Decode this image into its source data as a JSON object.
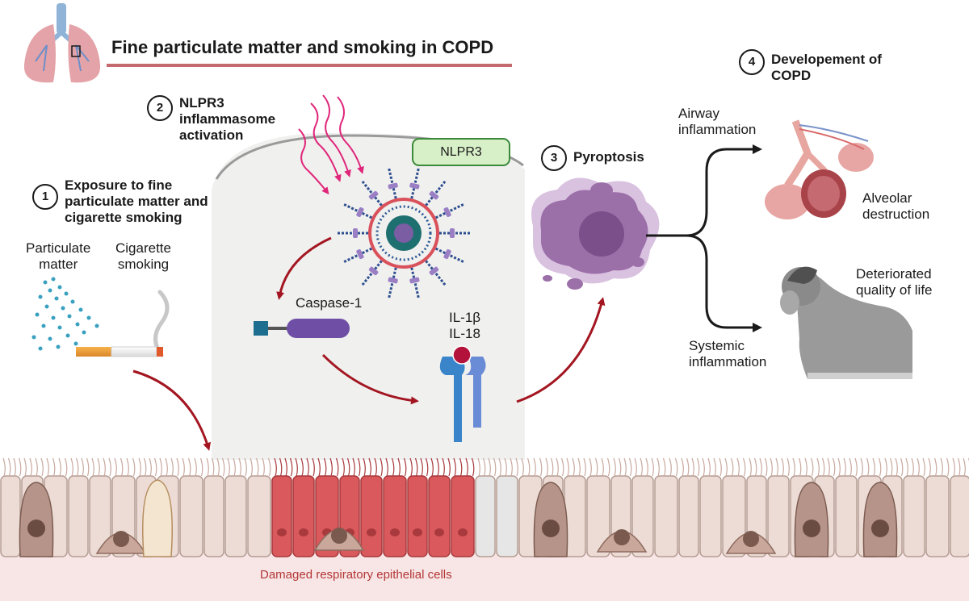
{
  "title": "Fine particulate matter and smoking in COPD",
  "steps": [
    {
      "number": "1",
      "label": "Exposure to fine\nparticulate matter and\ncigarette smoking"
    },
    {
      "number": "2",
      "label": "NLPR3\ninflammasome\nactivation"
    },
    {
      "number": "3",
      "label": "Pyroptosis"
    },
    {
      "number": "4",
      "label": "Developement of\nCOPD"
    }
  ],
  "exposure": {
    "particulate_label": "Particulate\nmatter",
    "smoking_label": "Cigarette\nsmoking"
  },
  "inflammasome": {
    "nlpr3_label": "NLPR3",
    "caspase_label": "Caspase-1",
    "interleukin_label": "IL-1β\nIL-18"
  },
  "outcomes": {
    "airway_label": "Airway\ninflammation",
    "alveolar_label": "Alveolar\ndestruction",
    "systemic_label": "Systemic\ninflammation",
    "quality_label": "Deteriorated\nquality of life"
  },
  "epithelium_caption": "Damaged respiratory epithelial cells",
  "colors": {
    "arrow_red": "#a31621",
    "wavy_pink": "#e0267a",
    "nucleus_teal": "#1e6f6f",
    "pyroptosis_purple": "#9b6fa8",
    "damaged_cell_red": "#d9595c",
    "healthy_cell": "#ead9d2",
    "lung_pink": "#e4a3a8"
  }
}
